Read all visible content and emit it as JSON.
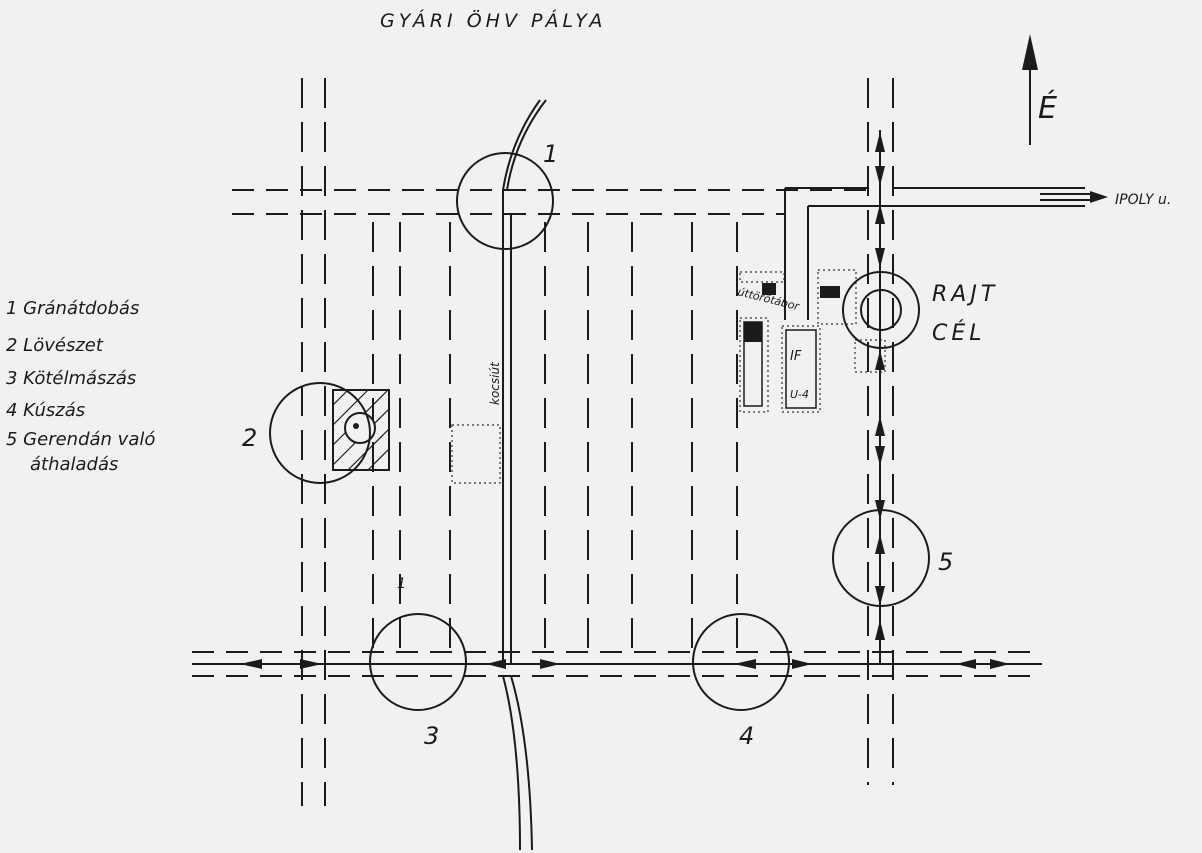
{
  "title": "GYÁRI ÖHV PÁLYA",
  "north_label": "É",
  "road_label": "IPOLY u.",
  "start_finish": [
    "RAJT",
    "CÉL"
  ],
  "camp_label": "úttörőtábor",
  "path_label": "kocsiút",
  "building_label_1": "IF",
  "building_label_2": "U-4",
  "marker_small": "1",
  "legend": [
    "1 Gránátdobás",
    "2 Lövészet",
    "3 Kötélmászás",
    "4 Kúszás",
    "5 Gerendán való",
    "áthaladás"
  ],
  "stations": [
    "1",
    "2",
    "3",
    "4",
    "5"
  ],
  "colors": {
    "ink": "#1b1b1b",
    "paper": "#f1f1ef"
  }
}
